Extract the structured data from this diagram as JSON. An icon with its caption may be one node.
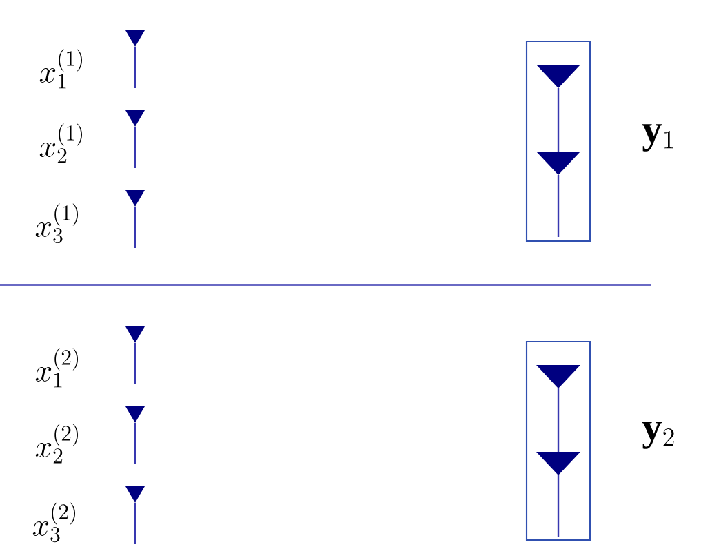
{
  "diagram": {
    "labels": [
      "x_1^{(1)}",
      "x_2^{(1)}",
      "x_3^{(1)}",
      "\\mathbf{y}_1",
      "x_1^{(2)}",
      "x_2^{(2)}",
      "x_3^{(2)}",
      "\\mathbf{y}_2"
    ]
  }
}
